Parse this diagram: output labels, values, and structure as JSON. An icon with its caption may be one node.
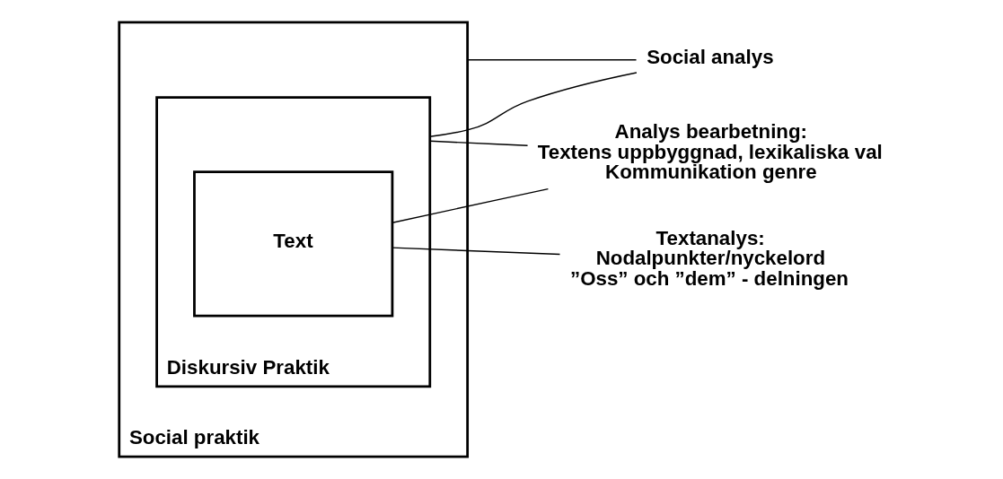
{
  "diagram": {
    "nodes": [
      {
        "text": [
          "Social praktik"
        ]
      },
      {
        "text": [
          "Diskursiv Praktik"
        ],
        "in": 0
      },
      {
        "text": [
          "Text"
        ],
        "in": 1
      },
      {
        "text": [
          "Textanalys:",
          "Nodalpunkter/nyckelord",
          "”Oss” och ”dem” - delningen"
        ]
      },
      {
        "text": [
          "Analys bearbetning:",
          "Textens uppbyggnad, lexikaliska val",
          "Kommunikation genre"
        ]
      },
      {
        "text": [
          "Social analys"
        ]
      }
    ],
    "edges": [
      {
        "from": 2,
        "to": 3,
        "arrow": "none"
      },
      {
        "from": 2,
        "to": 4,
        "arrow": "none"
      },
      {
        "from": 1,
        "to": 4,
        "arrow": "none"
      },
      {
        "from": 1,
        "to": 5,
        "arrow": "none"
      },
      {
        "from": 0,
        "to": 5,
        "arrow": "none"
      }
    ]
  }
}
